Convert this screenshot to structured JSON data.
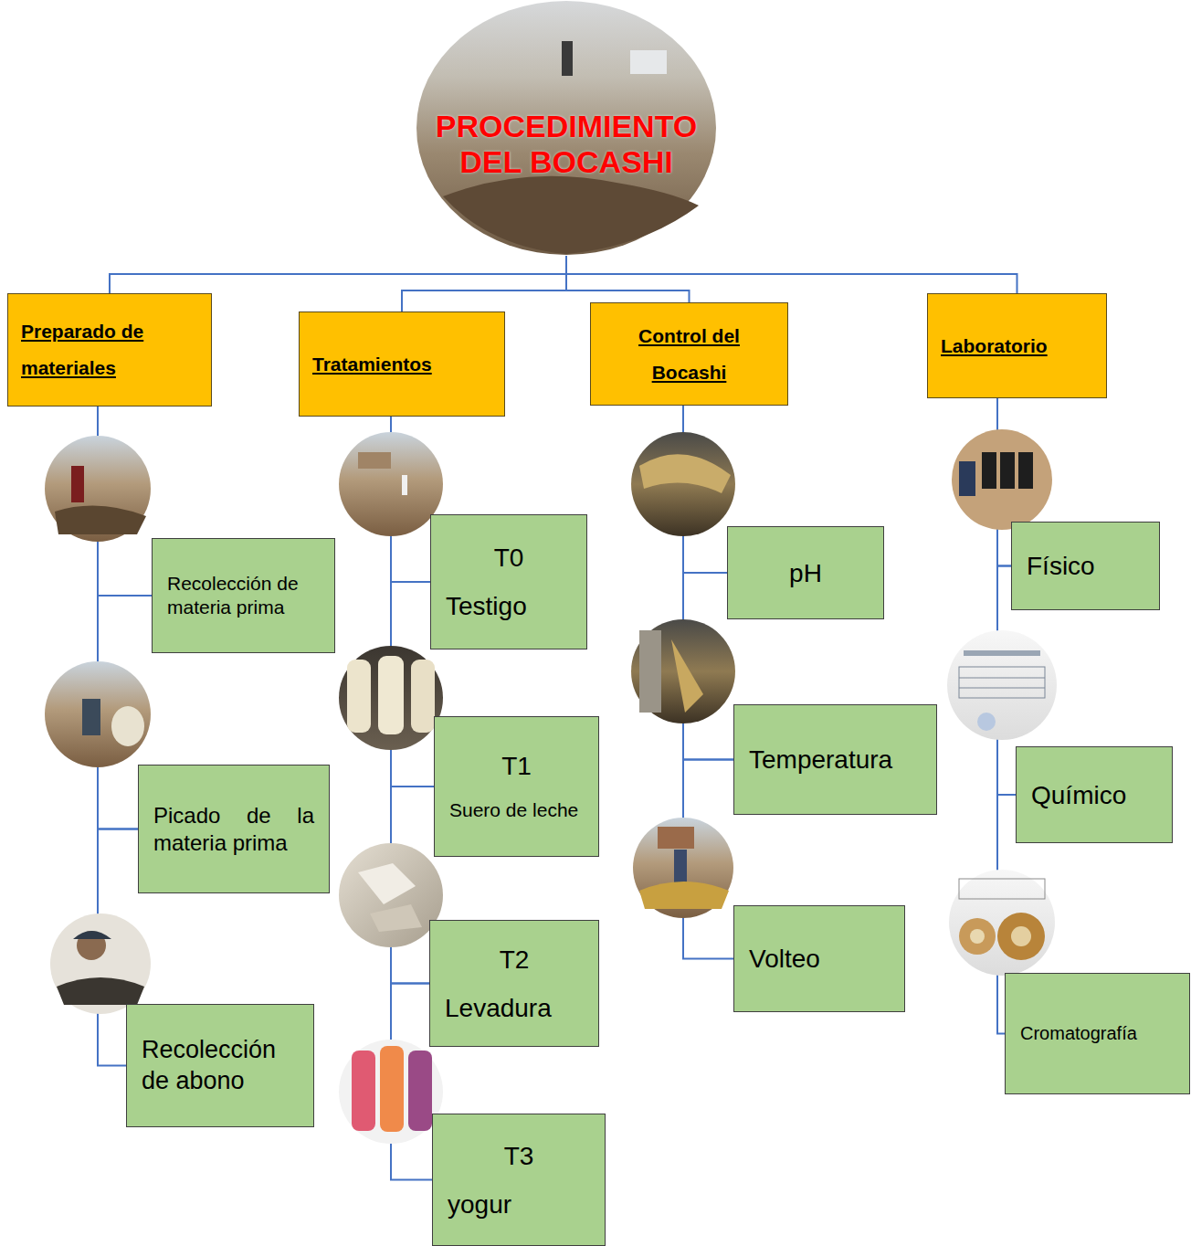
{
  "diagram": {
    "nodes": [
      {
        "text": [
          "PROCEDIMIENTO DEL BOCASHI"
        ]
      },
      {
        "text": [
          "Preparado de materiales"
        ]
      },
      {
        "text": [
          "Tratamientos"
        ]
      },
      {
        "text": [
          "Control del Bocashi"
        ]
      },
      {
        "text": [
          "Laboratorio"
        ]
      },
      {
        "text": [
          "Recolección de materia prima"
        ]
      },
      {
        "text": [
          "Picado de la materia prima"
        ]
      },
      {
        "text": [
          "Recolección de abono"
        ]
      },
      {
        "text": [
          "T0",
          "Testigo"
        ]
      },
      {
        "text": [
          "T1",
          "Suero de leche"
        ]
      },
      {
        "text": [
          "T2",
          "Levadura"
        ]
      },
      {
        "text": [
          "T3",
          "yogur"
        ]
      },
      {
        "text": [
          "pH"
        ]
      },
      {
        "text": [
          "Temperatura"
        ]
      },
      {
        "text": [
          "Volteo"
        ]
      },
      {
        "text": [
          "Físico"
        ]
      },
      {
        "text": [
          "Químico"
        ]
      },
      {
        "text": [
          "Cromatografía"
        ]
      }
    ],
    "edges": [
      {
        "from": 0,
        "to": 1,
        "arrow": "none"
      },
      {
        "from": 0,
        "to": 2,
        "arrow": "none"
      },
      {
        "from": 0,
        "to": 3,
        "arrow": "none"
      },
      {
        "from": 0,
        "to": 4,
        "arrow": "none"
      },
      {
        "from": 1,
        "to": 5,
        "arrow": "none"
      },
      {
        "from": 5,
        "to": 6,
        "arrow": "none"
      },
      {
        "from": 6,
        "to": 7,
        "arrow": "none"
      },
      {
        "from": 2,
        "to": 8,
        "arrow": "none"
      },
      {
        "from": 8,
        "to": 9,
        "arrow": "none"
      },
      {
        "from": 9,
        "to": 10,
        "arrow": "none"
      },
      {
        "from": 10,
        "to": 11,
        "arrow": "none"
      },
      {
        "from": 3,
        "to": 12,
        "arrow": "none"
      },
      {
        "from": 12,
        "to": 13,
        "arrow": "none"
      },
      {
        "from": 13,
        "to": 14,
        "arrow": "none"
      },
      {
        "from": 4,
        "to": 15,
        "arrow": "none"
      },
      {
        "from": 15,
        "to": 16,
        "arrow": "none"
      },
      {
        "from": 16,
        "to": 17,
        "arrow": "none"
      }
    ]
  }
}
